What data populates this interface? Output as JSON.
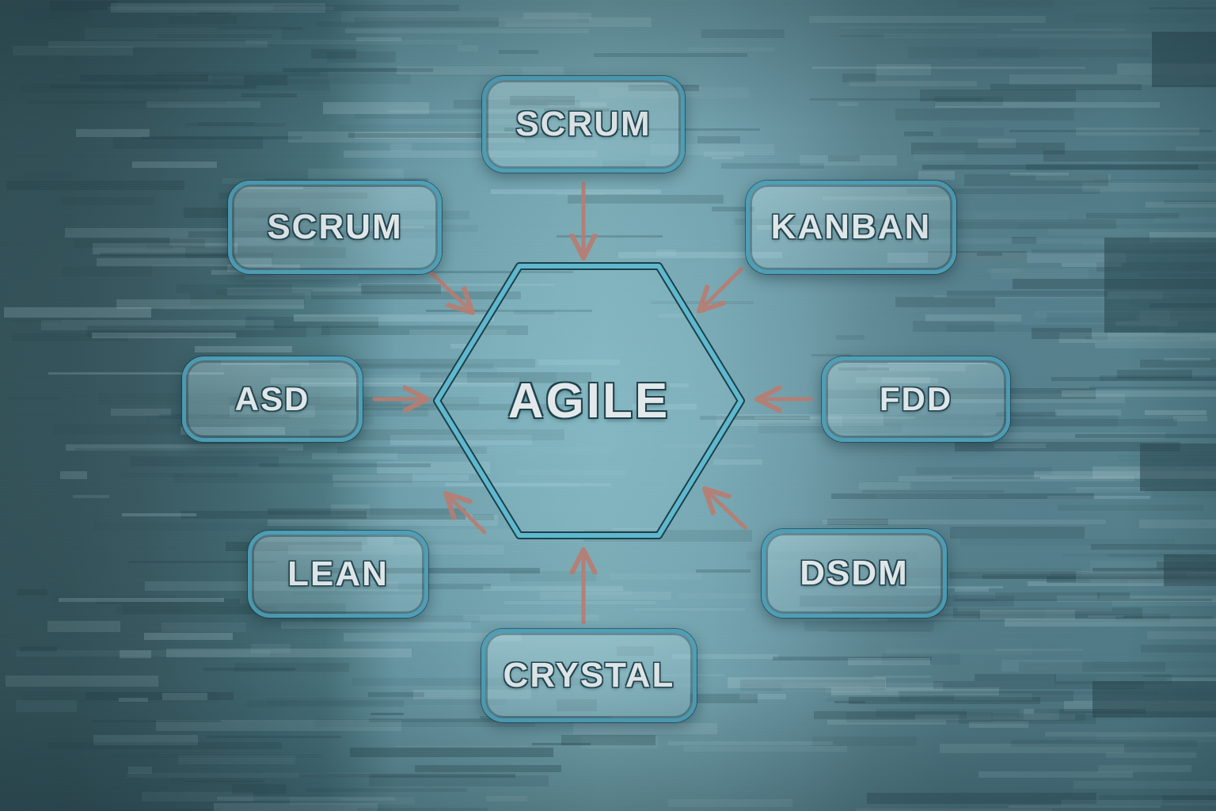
{
  "diagram": {
    "title": "AGILE",
    "center": {
      "label": "AGILE",
      "shape": "hexagon",
      "stroke_color": "#5fb8cc",
      "outline_color": "#1d3f4b"
    },
    "background": {
      "base_color": "#6d9aa5",
      "edge_color": "#3b5a61",
      "streak_color": "#3f636b",
      "style": "horizontal-glitch-streaks"
    },
    "arrow": {
      "color": "#b87d72",
      "direction": "inward-to-center"
    },
    "node_style": {
      "border_color": "#4e9fb6",
      "inner_outline_color": "#16394a",
      "text_color": "#dfe6e8",
      "text_outline_color": "#21444f"
    },
    "nodes": [
      {
        "id": "scrum-top",
        "label": "SCRUM",
        "position": "top",
        "arrow": "down"
      },
      {
        "id": "scrum-upleft",
        "label": "SCRUM",
        "position": "upper-left",
        "arrow": "down-right"
      },
      {
        "id": "kanban",
        "label": "KANBAN",
        "position": "upper-right",
        "arrow": "down-left"
      },
      {
        "id": "asd",
        "label": "ASD",
        "position": "left",
        "arrow": "right"
      },
      {
        "id": "fdd",
        "label": "FDD",
        "position": "right",
        "arrow": "left"
      },
      {
        "id": "lean",
        "label": "LEAN",
        "position": "lower-left",
        "arrow": "up-right"
      },
      {
        "id": "dsdm",
        "label": "DSDM",
        "position": "lower-right",
        "arrow": "up-left"
      },
      {
        "id": "crystal",
        "label": "CRYSTAL",
        "position": "bottom",
        "arrow": "up"
      }
    ]
  }
}
